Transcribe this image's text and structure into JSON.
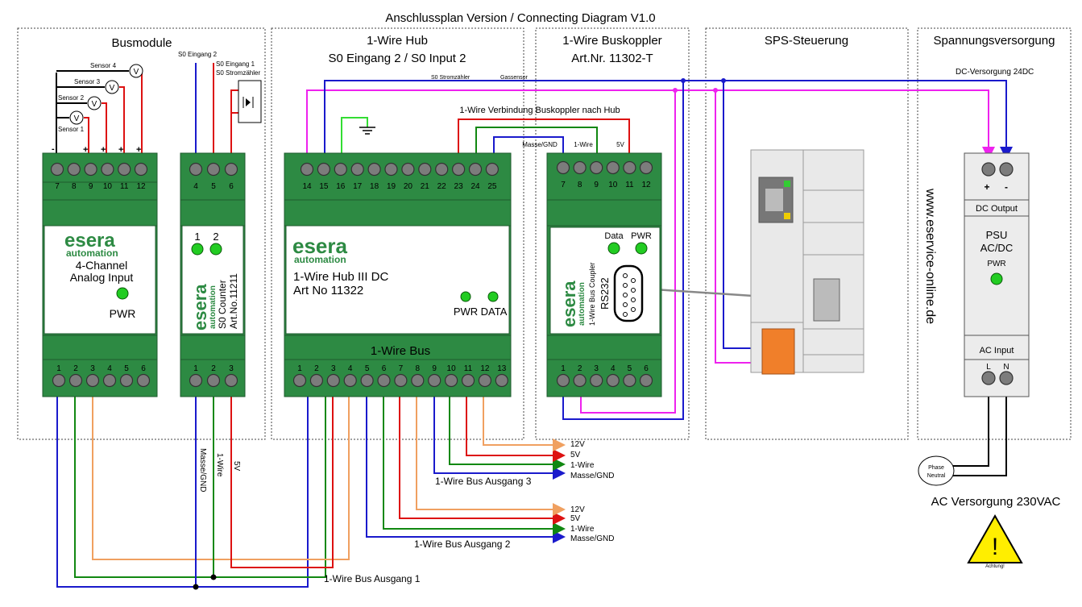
{
  "title": "Anschlussplan Version / Connecting Diagram V1.0",
  "sections": {
    "busmodule": "Busmodule",
    "hub_line1": "1-Wire Hub",
    "hub_line2": "S0 Eingang 2 / S0 Input 2",
    "coupler_line1": "1-Wire Buskoppler",
    "coupler_line2": "Art.Nr. 11302-T",
    "sps": "SPS-Steuerung",
    "psu": "Spannungsversorgung"
  },
  "sensors": [
    "Sensor 4",
    "Sensor 3",
    "Sensor 2",
    "Sensor 1"
  ],
  "sensor_symbol": "V",
  "polarity": {
    "minus": "-",
    "plus": "+"
  },
  "s0_labels": {
    "eingang2": "S0 Eingang 2",
    "eingang1": "S0 Eingang 1",
    "stromzaehler": "S0 Stromzähler"
  },
  "top_labels": {
    "s0_stromzaehler": "S0 Stromzähler",
    "gassensor": "Gassensor",
    "dc_versorgung": "DC-Versorgung 24DC"
  },
  "hub_conn": {
    "title": "1-Wire Verbindung Buskoppler nach Hub",
    "gnd": "Masse/GND",
    "onewire": "1-Wire",
    "v5": "5V"
  },
  "analog": {
    "brand": "esera",
    "brand_sub": "automation",
    "line1": "4-Channel",
    "line2": "Analog Input",
    "pwr": "PWR",
    "top_terms": [
      "7",
      "8",
      "9",
      "10",
      "11",
      "12"
    ],
    "bot_terms": [
      "1",
      "2",
      "3",
      "4",
      "5",
      "6"
    ]
  },
  "counter": {
    "led1": "1",
    "led2": "2",
    "brand": "esera",
    "brand_sub": "automation",
    "line1": "S0 Counter",
    "line2": "Art.No.11211",
    "top_terms": [
      "4",
      "5",
      "6"
    ],
    "bot_terms": [
      "1",
      "2",
      "3"
    ],
    "wire_labels": [
      "Masse/GND",
      "1-Wire",
      "5V"
    ]
  },
  "hub": {
    "brand": "esera",
    "brand_sub": "automation",
    "line1": "1-Wire Hub III DC",
    "line2": "Art No 11322",
    "pwr": "PWR",
    "data": "DATA",
    "bus": "1-Wire Bus",
    "top_terms": [
      "14",
      "15",
      "16",
      "17",
      "18",
      "19",
      "20",
      "21",
      "22",
      "23",
      "24",
      "25"
    ],
    "bot_terms": [
      "1",
      "2",
      "3",
      "4",
      "5",
      "6",
      "7",
      "8",
      "9",
      "10",
      "11",
      "12",
      "13"
    ]
  },
  "coupler": {
    "data": "Data",
    "pwr": "PWR",
    "brand": "esera",
    "brand_sub": "automation",
    "sub": "1-Wire Bus Coupler",
    "port": "RS232",
    "top_terms": [
      "7",
      "8",
      "9",
      "10",
      "11",
      "12"
    ],
    "bot_terms": [
      "1",
      "2",
      "3",
      "4",
      "5",
      "6"
    ]
  },
  "psu": {
    "plus": "+",
    "minus": "-",
    "dc_output": "DC Output",
    "line1": "PSU",
    "line2": "AC/DC",
    "pwr": "PWR",
    "ac_input": "AC Input",
    "l": "L",
    "n": "N"
  },
  "website": "www.eservice-online.de",
  "outputs": {
    "ausgang3": {
      "v12": "12V",
      "v5": "5V",
      "onewire": "1-Wire",
      "gnd": "Masse/GND",
      "label": "1-Wire Bus Ausgang 3"
    },
    "ausgang2": {
      "v12": "12V",
      "v5": "5V",
      "onewire": "1-Wire",
      "gnd": "Masse/GND",
      "label": "1-Wire Bus Ausgang 2"
    },
    "ausgang1": {
      "label": "1-Wire Bus Ausgang 1"
    }
  },
  "mains": {
    "phase": "Phase",
    "neutral": "Neutral",
    "label": "AC Versorgung 230VAC",
    "warning": "Achtung!",
    "warning_symbol": "!"
  },
  "colors": {
    "module_green": "#2d8a43",
    "wire_blue": "#1a1acc",
    "wire_red": "#dd1111",
    "wire_green": "#118811",
    "wire_orange": "#f0a060",
    "wire_magenta": "#ee22ee",
    "wire_lime": "#33dd33",
    "sps_orange": "#f07f2a",
    "warning_yellow": "#ffee00"
  }
}
